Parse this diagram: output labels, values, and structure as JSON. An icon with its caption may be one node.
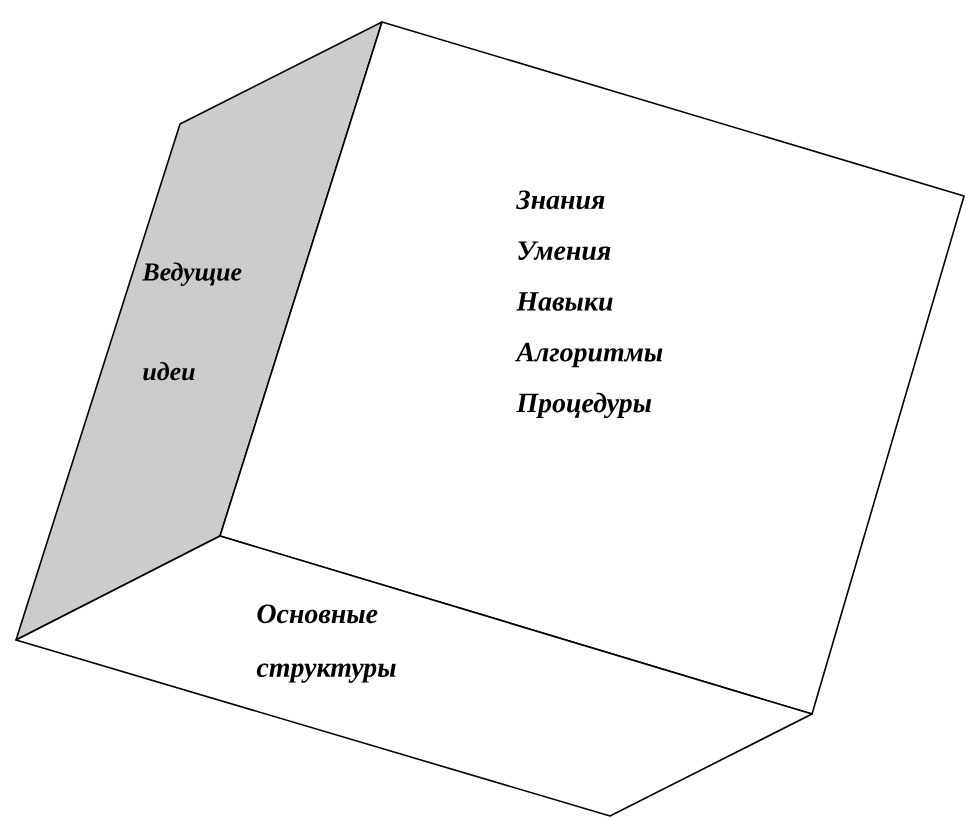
{
  "diagram": {
    "nodes": [
      {
        "text": [
          "Ведущие идеи"
        ]
      },
      {
        "text": [
          "Знания",
          "Умения",
          "Навыки",
          "Алгоритмы",
          "Процедуры"
        ]
      },
      {
        "text": [
          "Основные структуры"
        ]
      }
    ]
  }
}
